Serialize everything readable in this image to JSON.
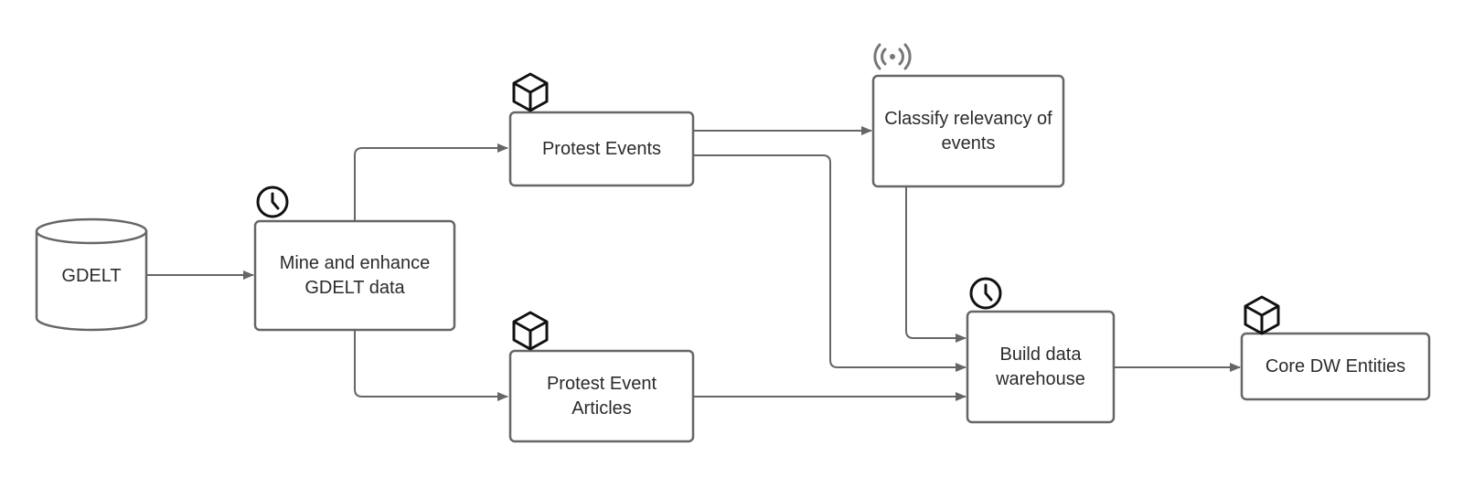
{
  "nodes": {
    "gdelt": {
      "label": "GDELT"
    },
    "mine": {
      "label": "Mine and enhance GDELT data"
    },
    "protest_events": {
      "label": "Protest Events"
    },
    "protest_articles": {
      "label": "Protest Event Articles"
    },
    "classify": {
      "label": "Classify relevancy of events"
    },
    "build_dw": {
      "label": "Build data warehouse"
    },
    "core_dw": {
      "label": "Core DW Entities"
    }
  },
  "colors": {
    "stroke": "#666666",
    "text": "#2b2b2b",
    "icon": "#111111",
    "icon_muted": "#777777"
  },
  "icons": {
    "mine": "clock-icon",
    "protest_events": "cube-icon",
    "protest_articles": "cube-icon",
    "classify": "broadcast-icon",
    "build_dw": "clock-icon",
    "core_dw": "cube-icon"
  }
}
